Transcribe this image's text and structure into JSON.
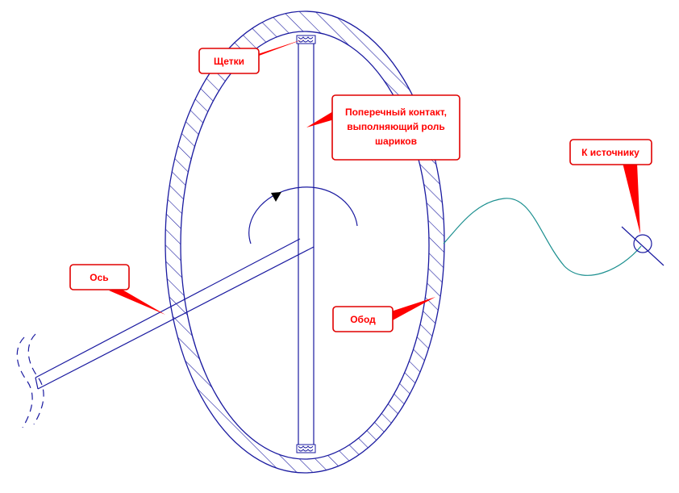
{
  "labels": {
    "brushes": "Щетки",
    "cross_contact_line1": "Поперечный контакт,",
    "cross_contact_line2": "выполняющий роль",
    "cross_contact_line3": "шариков",
    "to_source": "К источнику",
    "axis": "Ось",
    "rim": "Обод"
  },
  "colors": {
    "structure": "#1a1aa0",
    "callout_border": "#e00000",
    "callout_text": "#ff0000",
    "wire": "#1b8f8f",
    "hatch": "#1a1aa0"
  }
}
